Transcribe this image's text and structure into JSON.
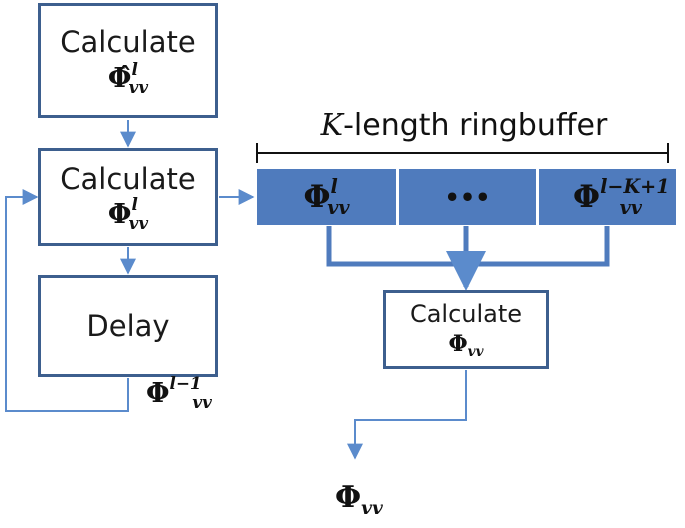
{
  "colors": {
    "box_border": "#3d5f8e",
    "ring_cell": "#4f7bbd",
    "arrow": "#5b8bcc"
  },
  "box_top": {
    "label": "Calculate",
    "sym": "Φ̂",
    "sup": "l",
    "sub": "vv"
  },
  "box_mid": {
    "label": "Calculate",
    "sym": "Φ",
    "sup": "l",
    "sub": "vv"
  },
  "box_delay": {
    "label": "Delay"
  },
  "feedback": {
    "sym": "Φ",
    "sup": "l−1",
    "sub": "vv"
  },
  "ringbuffer": {
    "title_var": "K",
    "title_rest": "-length ringbuffer",
    "cells": [
      {
        "sym": "Φ",
        "sup": "l",
        "sub": "vv"
      },
      {
        "sym": "•••",
        "sup": "",
        "sub": ""
      },
      {
        "sym": "Φ",
        "sup": "l−K+1",
        "sub": "vv"
      }
    ]
  },
  "box_final": {
    "label": "Calculate",
    "sym": "Φ",
    "sub": "vv"
  },
  "output": {
    "sym": "Φ",
    "sub": "vv"
  }
}
